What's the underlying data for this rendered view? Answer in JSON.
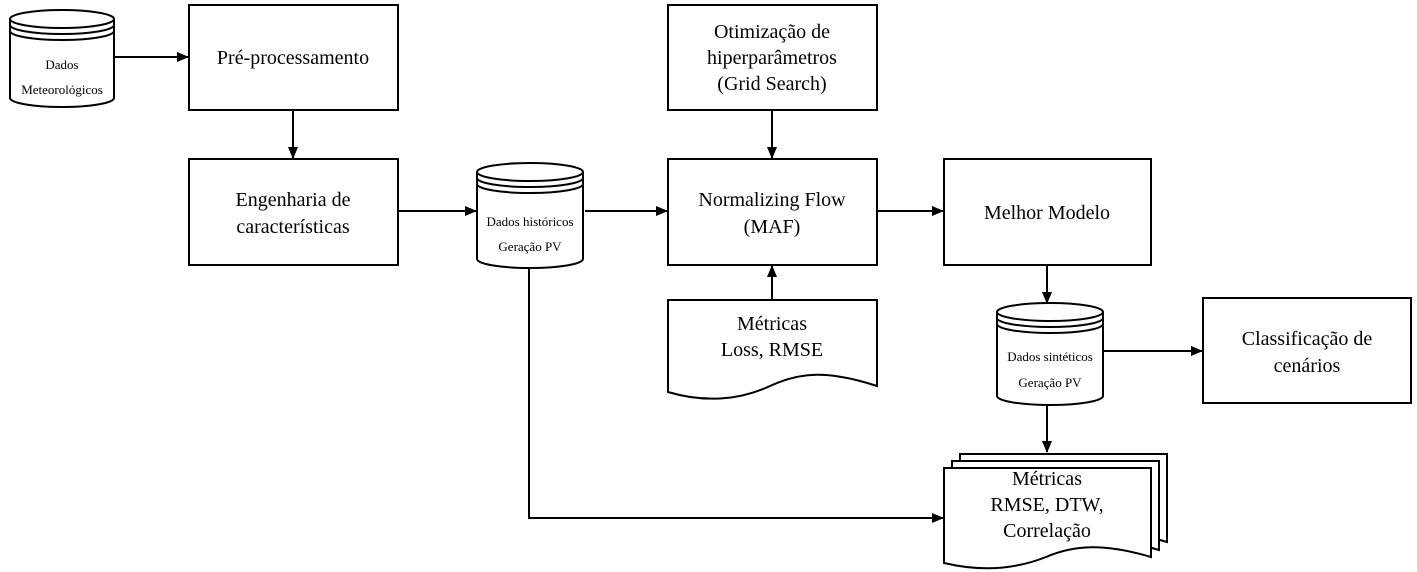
{
  "nodes": {
    "dados_meteo": {
      "lines": [
        "Dados",
        "Meteorológicos"
      ]
    },
    "preproc": {
      "lines": [
        "Pré-processamento"
      ]
    },
    "engenharia": {
      "lines": [
        "Engenharia de",
        "características"
      ]
    },
    "dados_hist": {
      "lines": [
        "Dados históricos",
        "Geração PV"
      ]
    },
    "otimizacao": {
      "lines": [
        "Otimização de",
        "hiperparâmetros",
        "(Grid Search)"
      ]
    },
    "normalizing": {
      "lines": [
        "Normalizing Flow",
        "(MAF)"
      ]
    },
    "melhor": {
      "lines": [
        "Melhor Modelo"
      ]
    },
    "metricas_loss": {
      "lines": [
        "Métricas",
        "Loss, RMSE"
      ]
    },
    "dados_sint": {
      "lines": [
        "Dados sintéticos",
        "Geração PV"
      ]
    },
    "classificacao": {
      "lines": [
        "Classificação de",
        "cenários"
      ]
    },
    "metricas_final": {
      "lines": [
        "Métricas",
        "RMSE, DTW,",
        "Correlação"
      ]
    }
  }
}
